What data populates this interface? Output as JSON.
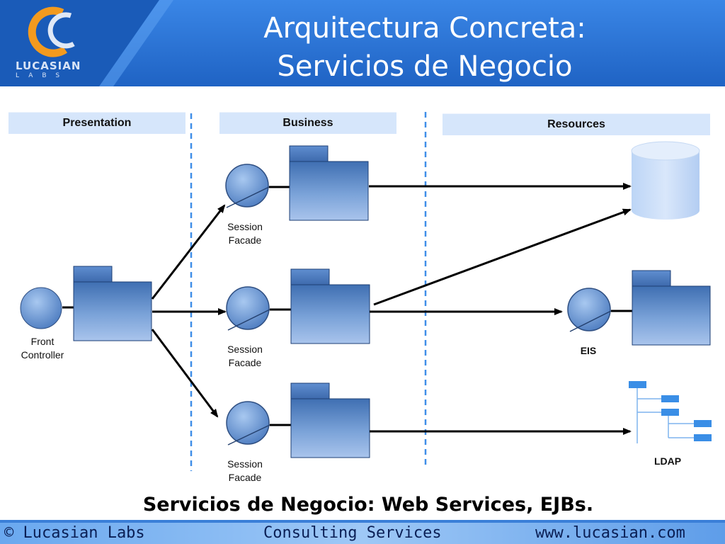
{
  "header": {
    "logo_text": "LUCASIAN",
    "logo_sub": "LABS",
    "title_line1": "Arquitectura Concreta:",
    "title_line2": "Servicios de Negocio"
  },
  "lanes": {
    "presentation": "Presentation",
    "business": "Business",
    "resources": "Resources"
  },
  "labels": {
    "front_controller_1": "Front",
    "front_controller_2": "Controller",
    "session_1": "Session",
    "facade": "Facade",
    "eis": "EIS",
    "ldap": "LDAP"
  },
  "caption": "Servicios de Negocio: Web Services, EJBs.",
  "footer": {
    "copyright": "© Lucasian Labs",
    "services": "Consulting Services",
    "url": "www.lucasian.com"
  },
  "colors": {
    "header_blue": "#2e78d8",
    "lane_fill": "#d6e6fb",
    "component_blue": "#4f7fbf",
    "divider": "#3f8ee8"
  }
}
